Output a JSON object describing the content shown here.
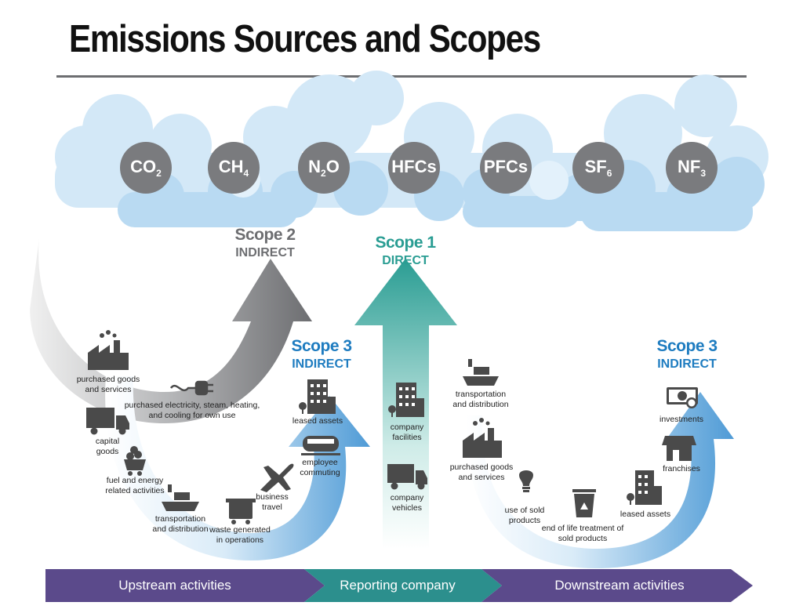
{
  "title": "Emissions Sources and Scopes",
  "gases": [
    {
      "base": "CO",
      "sub": "2"
    },
    {
      "base": "CH",
      "sub": "4"
    },
    {
      "base": "N",
      "sub": "2",
      "tail": "O"
    },
    {
      "base": "HFCs",
      "sub": ""
    },
    {
      "base": "PFCs",
      "sub": ""
    },
    {
      "base": "SF",
      "sub": "6"
    },
    {
      "base": "NF",
      "sub": "3"
    }
  ],
  "scopes": {
    "scope2": {
      "title": "Scope 2",
      "subtitle": "INDIRECT"
    },
    "scope1": {
      "title": "Scope 1",
      "subtitle": "DIRECT"
    },
    "scope3_upstream": {
      "title": "Scope 3",
      "subtitle": "INDIRECT"
    },
    "scope3_downstream": {
      "title": "Scope 3",
      "subtitle": "INDIRECT"
    }
  },
  "upstream": {
    "purchased_goods": "purchased goods\nand services",
    "electricity": "purchased electricity, steam, heating,\nand cooling for own use",
    "capital_goods": "capital\ngoods",
    "fuel_energy": "fuel and energy\nrelated activities",
    "transportation": "transportation\nand distribution",
    "waste": "waste generated\nin operations",
    "business_travel": "business\ntravel",
    "employee_commuting": "employee\ncommuting",
    "leased_assets": "leased assets"
  },
  "reporting": {
    "facilities": "company\nfacilities",
    "vehicles": "company\nvehicles"
  },
  "downstream": {
    "transportation": "transportation\nand distribution",
    "purchased_goods": "purchased goods\nand services",
    "use_of_sold": "use of sold\nproducts",
    "end_of_life": "end of life treatment of\nsold products",
    "leased_assets": "leased assets",
    "franchises": "franchises",
    "investments": "investments"
  },
  "bands": {
    "upstream": "Upstream activities",
    "reporting": "Reporting company",
    "downstream": "Downstream activities"
  },
  "colors": {
    "cloud_light": "#d3e8f7",
    "cloud_mid": "#b9daf2",
    "gas_circle": "#7a7b7e",
    "scope2": "#6d6e71",
    "scope1": "#2a9d93",
    "scope3": "#1e7cc0",
    "band_purple": "#5b4a8b",
    "band_teal": "#2c8f8d",
    "icon": "#4a4a4a"
  }
}
